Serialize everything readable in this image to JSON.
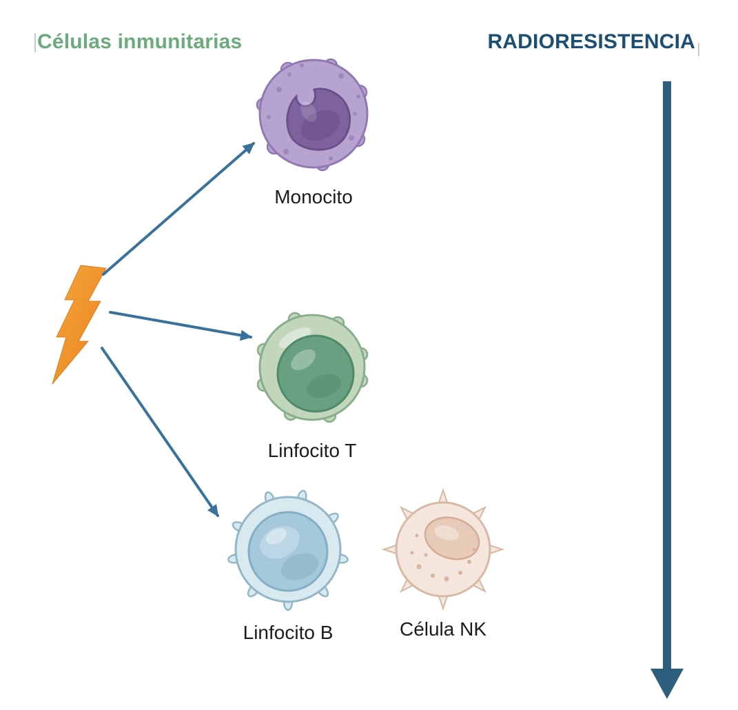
{
  "header": {
    "left_title": "Células inmunitarias",
    "right_title": "RADIORESISTENCIA"
  },
  "cells": [
    {
      "id": "monocito",
      "label": "Monocito",
      "color": "#B7A3D0"
    },
    {
      "id": "linfocito-t",
      "label": "Linfocito T",
      "color": "#68A081"
    },
    {
      "id": "linfocito-b",
      "label": "Linfocito B",
      "color": "#A5C8DB"
    },
    {
      "id": "celula-nk",
      "label": "Célula NK",
      "color": "#E7CBB8"
    }
  ],
  "icons": {
    "lightning_bolt": "radiation-bolt-icon",
    "down_arrow": "radioresistance-direction-arrow",
    "connector_arrow_count": 3
  },
  "colors": {
    "left_title_green": "#6BAA7D",
    "right_title_blue": "#1C4E74",
    "bolt_orange": "#F0912D",
    "connector_arrow_blue": "#38719B",
    "axis_arrow_blue": "#2D5E7E"
  }
}
